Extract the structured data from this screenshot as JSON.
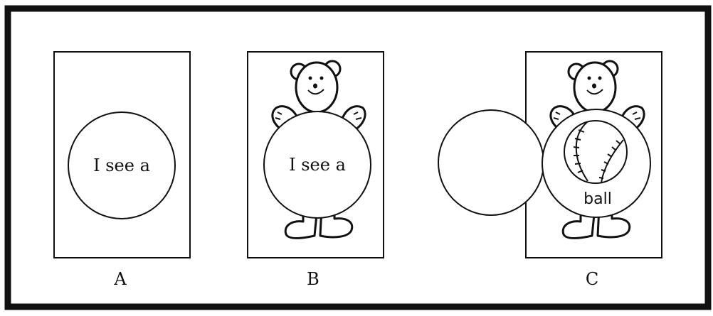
{
  "panels": [
    {
      "label": "A",
      "circle_text": "I see a"
    },
    {
      "label": "B",
      "circle_text": "I see a"
    },
    {
      "label": "C",
      "circle_text": "ball"
    }
  ]
}
